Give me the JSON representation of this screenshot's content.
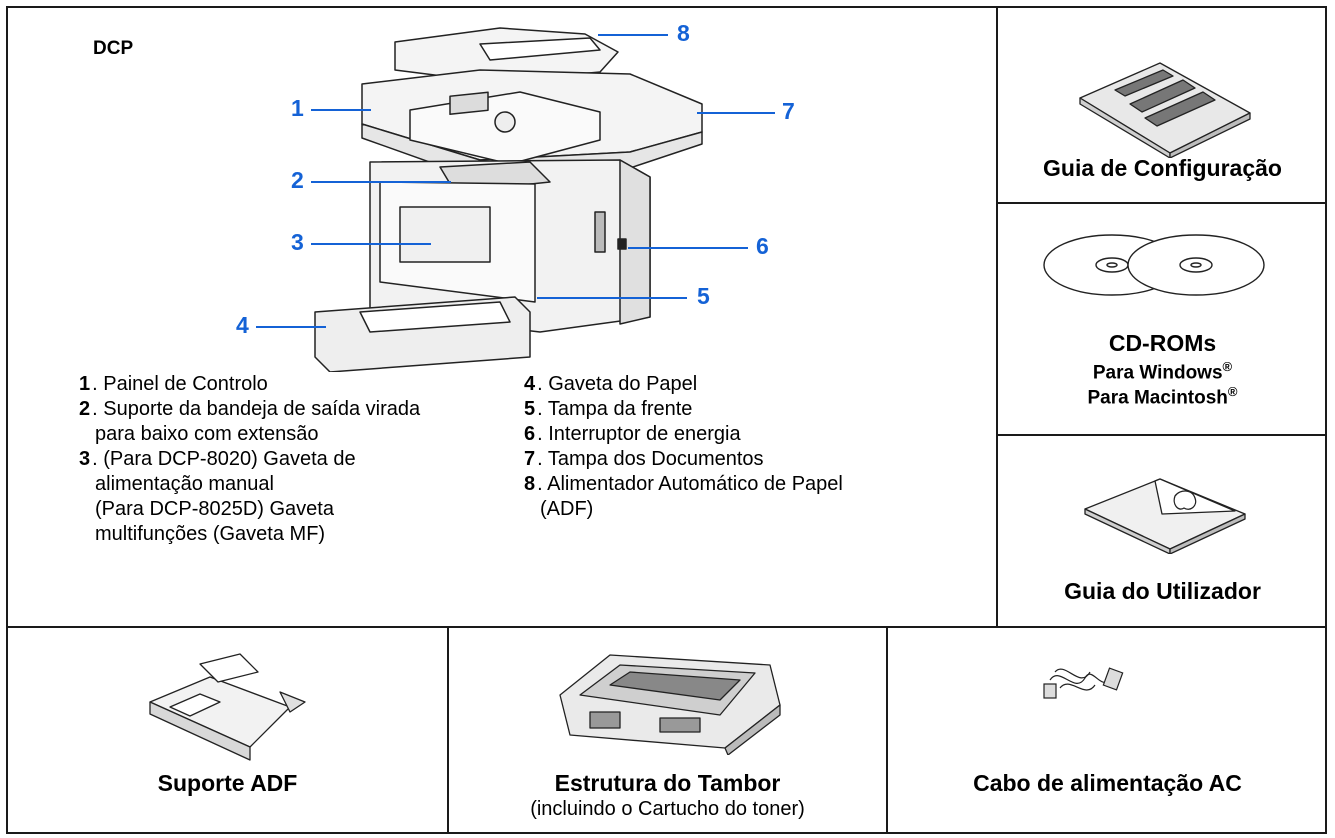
{
  "model": "DCP",
  "callouts": [
    "1",
    "2",
    "3",
    "4",
    "5",
    "6",
    "7",
    "8"
  ],
  "parts_left": [
    {
      "num": "1",
      "text": ". Painel de Controlo"
    },
    {
      "num": "2",
      "text": ". Suporte da bandeja de saída virada",
      "cont": "para baixo com extensão"
    },
    {
      "num": "3",
      "text": ". (Para DCP-8020) Gaveta de",
      "cont": "alimentação manual",
      "cont2": "(Para DCP-8025D) Gaveta",
      "cont3": "multifunções (Gaveta MF)"
    }
  ],
  "parts_right": [
    {
      "num": "4",
      "text": ". Gaveta do Papel"
    },
    {
      "num": "5",
      "text": ". Tampa da frente"
    },
    {
      "num": "6",
      "text": ". Interruptor de energia"
    },
    {
      "num": "7",
      "text": ". Tampa dos Documentos"
    },
    {
      "num": "8",
      "text": ". Alimentador Automático de Papel",
      "cont": "(ADF)"
    }
  ],
  "side": {
    "setup_guide": "Guia de Configuração",
    "cdroms_title": "CD-ROMs",
    "cd_windows": "Para Windows",
    "cd_mac": "Para Macintosh",
    "reg": "®",
    "user_guide": "Guia do Utilizador"
  },
  "bottom": {
    "adf": "Suporte ADF",
    "drum": "Estrutura do Tambor",
    "drum_sub": "(incluindo o Cartucho do toner)",
    "cable": "Cabo de alimentação AC"
  },
  "colors": {
    "callout": "#1462d6",
    "border": "#1a1a1a"
  }
}
